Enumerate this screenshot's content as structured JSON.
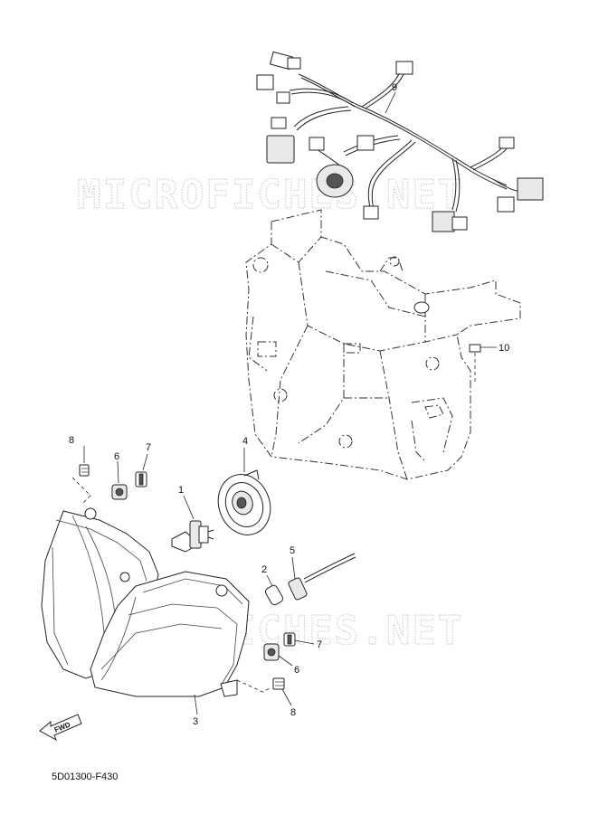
{
  "callouts": {
    "c1": "1",
    "c2": "2",
    "c3": "3",
    "c4": "4",
    "c5": "5",
    "c6a": "6",
    "c6b": "6",
    "c7a": "7",
    "c7b": "7",
    "c8a": "8",
    "c8b": "8",
    "c9": "9",
    "c10": "10"
  },
  "fwd_label": "FWD",
  "diagram_ref": "5D01300-F430",
  "watermarks": [
    "MICROFICHES.NET",
    "MICROFICHES.NET"
  ]
}
